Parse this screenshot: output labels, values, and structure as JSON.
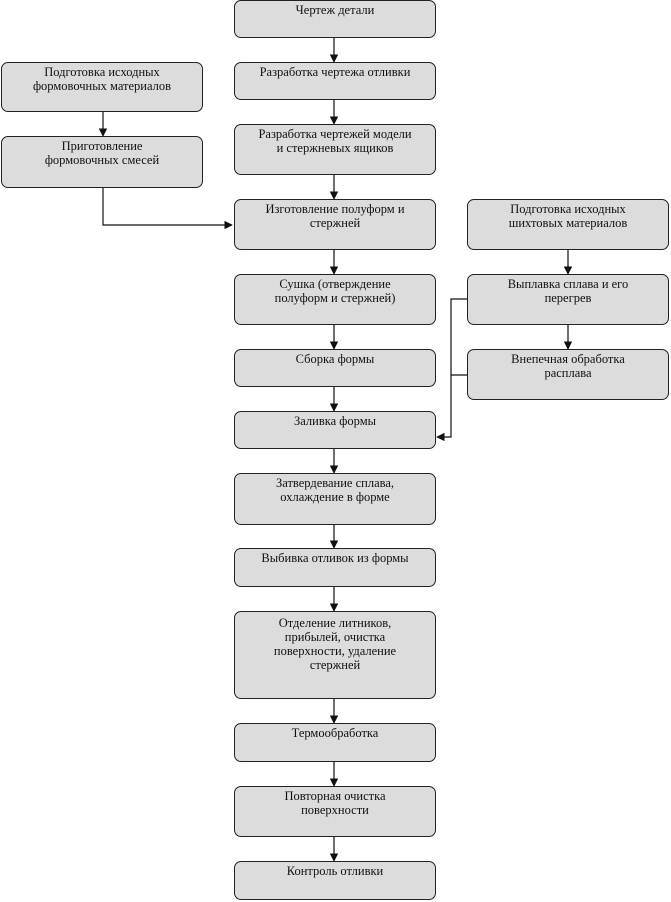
{
  "flowchart": {
    "nodes": {
      "drawing_part": "Чертеж детали",
      "casting_drawing": "Разработка чертежа отливки",
      "model_drawings": "Разработка чертежей модели\nи стержневых ящиков",
      "mold_materials_prep": "Подготовка исходных\nформовочных материалов",
      "mixtures_prep": "Приготовление\nформовочных смесей",
      "halfmolds_cores": "Изготовление полуформ и\nстержней",
      "drying": "Сушка (отверждение\nполуформ и стержней)",
      "assembly": "Сборка формы",
      "pouring": "Заливка формы",
      "solidification": "Затвердевание сплава,\nохлаждение в форме",
      "knockout": "Выбивка отливок из формы",
      "separation": "Отделение литников,\nприбылей, очистка\nповерхности, удаление\nстержней",
      "heat_treatment": "Термообработка",
      "repeat_cleaning": "Повторная очистка\nповерхности",
      "casting_control": "Контроль отливки",
      "charge_materials_prep": "Подготовка исходных\nшихтовых материалов",
      "melting": "Выплавка сплава и его\nперегрев",
      "outfurnace_treatment": "Внепечная обработка\nрасплава"
    }
  }
}
